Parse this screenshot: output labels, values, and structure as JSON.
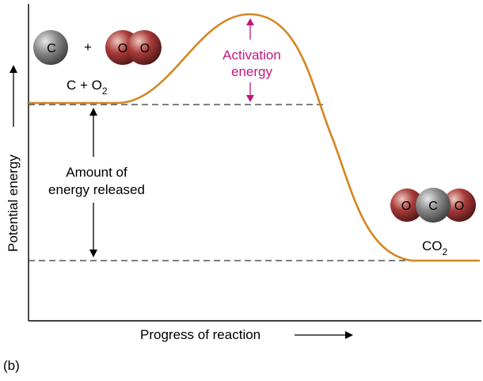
{
  "diagram": {
    "panel_label": "(b)",
    "y_axis_label": "Potential energy",
    "x_axis_label": "Progress of reaction",
    "reactants": {
      "label_main": "C + O",
      "label_sub": "2",
      "carbon_atom": "C",
      "plus_sign": "+",
      "oxygen_atoms": [
        "O",
        "O"
      ]
    },
    "products": {
      "label_main": "CO",
      "label_sub": "2",
      "atoms": [
        "O",
        "C",
        "O"
      ]
    },
    "activation_label": [
      "Activation",
      "energy"
    ],
    "released_label": [
      "Amount of",
      "energy released"
    ]
  },
  "colors": {
    "curve": "#d4861f",
    "activation": "#c2187a",
    "carbon": "#6b6b6b",
    "oxygen": "#9e2a2a",
    "axis": "#000000",
    "dashed": "#333333"
  }
}
